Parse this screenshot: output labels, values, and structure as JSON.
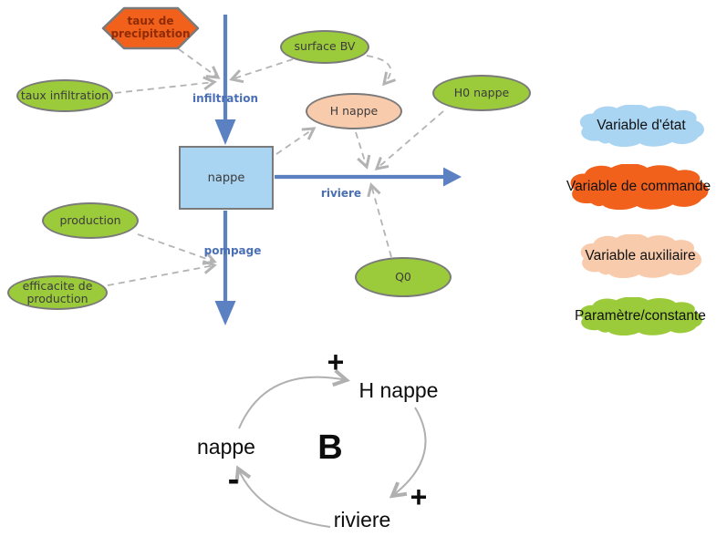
{
  "diagram": {
    "nodes": {
      "taux_precipitation": {
        "line1": "taux de",
        "line2": "precipitation"
      },
      "surface_bv": "surface BV",
      "taux_infiltration": "taux infiltration",
      "h0_nappe": "H0 nappe",
      "h_nappe": "H nappe",
      "q0": "Q0",
      "production": "production",
      "efficacite": {
        "line1": "efficacite de",
        "line2": "production"
      },
      "nappe": "nappe"
    },
    "flows": {
      "infiltration": "infiltration",
      "riviere": "riviere",
      "pompage": "pompage"
    }
  },
  "legend": {
    "items": [
      {
        "label": "Variable d'état",
        "color": "#a9d4f2"
      },
      {
        "label": "Variable de commande",
        "color": "#f2611c"
      },
      {
        "label": "Variable auxiliaire",
        "color": "#f8cbad"
      },
      {
        "label": "Paramètre/constante",
        "color": "#9bca3b"
      }
    ]
  },
  "loop": {
    "label": "B",
    "nodes": {
      "h_nappe": "H nappe",
      "nappe": "nappe",
      "riviere": "riviere"
    },
    "signs": {
      "h_nappe_plus": "+",
      "riviere_plus": "+",
      "nappe_minus": "-"
    }
  },
  "colors": {
    "flow_blue": "#5b81c2",
    "flow_label_blue": "#4a6fb5",
    "stock_fill": "#a9d4f2",
    "command_orange": "#f2611c",
    "auxiliary_peach": "#f8cbad",
    "parameter_green": "#9bca3b",
    "connector_gray": "#b3b3b3",
    "loop_arc_gray": "#b0b0b0",
    "node_border_gray": "#7a7a7a",
    "hexagon_text": "#8f2b05"
  }
}
